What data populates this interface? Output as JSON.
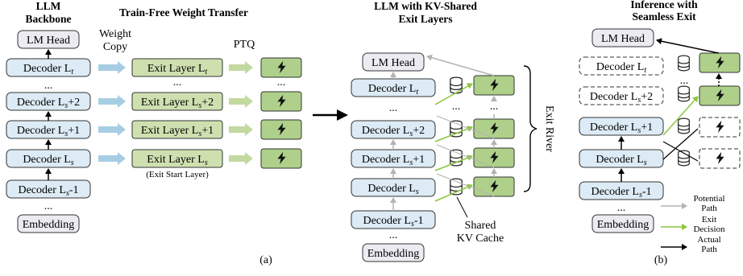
{
  "panel_a": {
    "backbone_title": [
      "LLM",
      "Backbone"
    ],
    "transfer_title": "Train-Free Weight Transfer",
    "kv_title": [
      "LLM with KV-Shared",
      "Exit Layers"
    ],
    "weight_copy": [
      "Weight",
      "Copy"
    ],
    "ptq": "PTQ",
    "lm_head": "LM Head",
    "embedding": "Embedding",
    "decoders": [
      "Decoder L_t",
      "Decoder L_s+2",
      "Decoder L_s+1",
      "Decoder L_s",
      "Decoder L_s-1"
    ],
    "exit_layers": [
      "Exit Layer L_t",
      "Exit Layer L_s+2",
      "Exit Layer L_s+1",
      "Exit Layer L_s"
    ],
    "exit_start_note": "(Exit Start Layer)",
    "ellipsis": "...",
    "exit_river": "Exit River",
    "shared_kv": [
      "Shared",
      "KV Cache"
    ],
    "caption": "(a)"
  },
  "panel_b": {
    "title": [
      "Inference with",
      "Seamless Exit"
    ],
    "legend": [
      {
        "label": [
          "Potential",
          "Path"
        ],
        "color": "#b3b3b3"
      },
      {
        "label": [
          "Exit",
          "Decision"
        ],
        "color": "#8cc63f"
      },
      {
        "label": [
          "Actual",
          "Path"
        ],
        "color": "#000000"
      }
    ],
    "caption": "(b)"
  },
  "colors": {
    "decoder_fill": "#dcebf5",
    "exit_fill": "#cfe0b0",
    "quant_fill": "#aed08a",
    "head_fill": "#ecebf2",
    "copy_arrow": "#a7cde3",
    "ptq_arrow": "#c2d9a0",
    "gray_arrow": "#b3b3b3",
    "green_arrow": "#8cc63f"
  },
  "icons": [
    "lightning-icon",
    "database-icon"
  ]
}
